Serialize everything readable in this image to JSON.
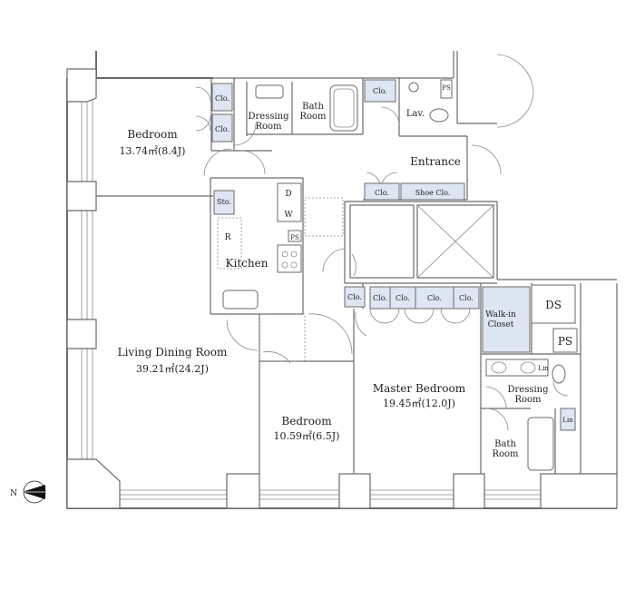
{
  "rooms": {
    "bedroom1": {
      "name": "Bedroom",
      "area": "13.74㎡(8.4J)"
    },
    "living": {
      "name": "Living Dining Room",
      "area": "39.21㎡(24.2J)"
    },
    "bedroom2": {
      "name": "Bedroom",
      "area": "10.59㎡(6.5J)"
    },
    "master": {
      "name": "Master Bedroom",
      "area": "19.45㎡(12.0J)"
    },
    "kitchen": "Kitchen",
    "entrance": "Entrance",
    "dressing_room_1": [
      "Dressing",
      "Room"
    ],
    "bath_room_1": [
      "Bath",
      "Room"
    ],
    "lav": "Lav.",
    "walk_in_closet": [
      "Walk-in",
      "Closet"
    ],
    "dressing_room_2": [
      "Dressing",
      "Room"
    ],
    "bath_room_2": [
      "Bath",
      "Room"
    ]
  },
  "labels": {
    "clo": "Clo.",
    "shoe_clo": "Shoe Clo.",
    "sto": "Sto.",
    "d": "D",
    "w": "W",
    "r": "R",
    "ps": "PS",
    "ds": "DS",
    "lin": "Lin",
    "north": "N"
  }
}
